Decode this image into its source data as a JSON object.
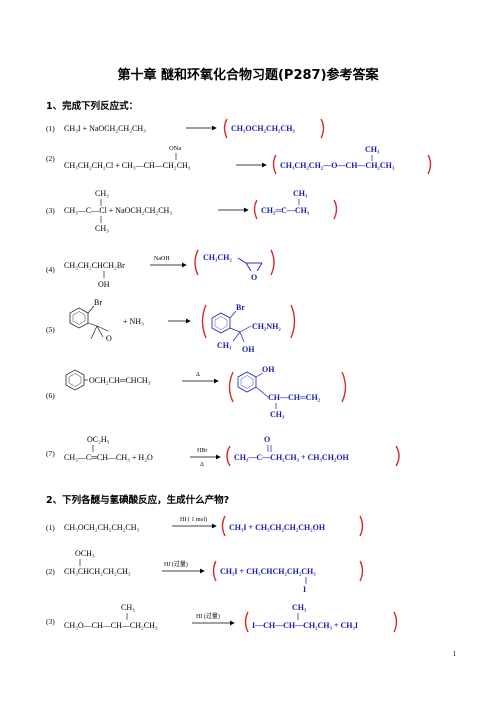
{
  "title": "第十章   醚和环氧化合物习题(P287)参考答案",
  "section1": {
    "heading": "1、完成下列反应式：",
    "items": [
      {
        "num": "(1)",
        "reactants": "CH₃I  +  NaOCH₂CH₂CH₃",
        "product": "CH₃OCH₂CH₂CH₃"
      },
      {
        "num": "(2)",
        "reactants": "CH₃CH₂CH₂Cl  +  CH₃—CH—CH₂CH₃",
        "substituent": "ONa",
        "product": "CH₃CH₂CH₂—O—CH—CH₂CH₃",
        "product_sub": "CH₃"
      },
      {
        "num": "(3)",
        "reactant_top": "CH₃",
        "reactants": "CH₃—C—Cl   +  NaOCH₂CH₂CH₃",
        "reactant_bottom": "CH₃",
        "product": "CH₂═C—CH₃",
        "product_sub": "CH₃"
      },
      {
        "num": "(4)",
        "reactants": "CH₃CH₂CHCH₂Br",
        "substituent": "OH",
        "condition": "NaOH",
        "product": "CH₃CH₂",
        "product_ring_atom": "O"
      },
      {
        "num": "(5)",
        "substituent": "Br",
        "reactants": "+    NH₃",
        "ring_atom": "O",
        "product_sub_top": "Br",
        "product_chain": "CH₂NH₂",
        "product_methyl": "CH₃",
        "product_oh": "OH"
      },
      {
        "num": "(6)",
        "reactants": "OCH₂CH═CHCH₃",
        "condition": "Δ",
        "product_oh": "OH",
        "product_chain": "CH—CH═CH₂",
        "product_methyl": "CH₃"
      },
      {
        "num": "(7)",
        "substituent": "OC₂H₅",
        "reactants": "CH₃—C═CH—CH₃  +  H₂O",
        "condition_top": "HBr",
        "condition_bottom": "Δ",
        "product_top": "O",
        "product": "CH₃—C—CH₂CH₃  +  CH₃CH₂OH"
      }
    ]
  },
  "section2": {
    "heading": "2、下列各醚与氢碘酸反应，生成什么产物?",
    "items": [
      {
        "num": "(1)",
        "reactants": "CH₃OCH₂CH₂CH₂CH₃",
        "condition": "HI ( 1 mol)",
        "product": "CH₃I  + CH₃CH₂CH₂CH₂OH"
      },
      {
        "num": "(2)",
        "substituent": "OCH₃",
        "reactants": "CH₃CHCH₂CH₂CH₃",
        "condition": "HI (过量)",
        "product": "CH₃I  +  CH₃CHCH₂CH₂CH₃",
        "product_sub": "I"
      },
      {
        "num": "(3)",
        "substituent": "CH₃",
        "reactants": "CH₃O—CH—CH—CH₂CH₃",
        "condition": "HI (过量)",
        "product_sub": "CH₃",
        "product": "I—CH—CH—CH₂CH₃  +  CH₃I"
      }
    ]
  },
  "page_number": "1",
  "colors": {
    "product_text": "#1a1ab0",
    "bracket": "#d9262a",
    "text": "#000000"
  }
}
